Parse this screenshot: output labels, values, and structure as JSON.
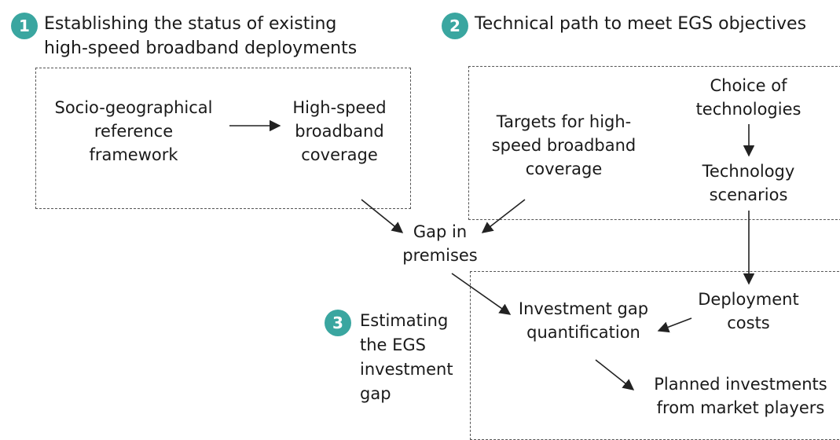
{
  "steps": [
    {
      "number": "1",
      "title": "Establishing the status of existing\nhigh-speed broadband deployments"
    },
    {
      "number": "2",
      "title": "Technical path to meet EGS objectives"
    },
    {
      "number": "3",
      "title": "Estimating\nthe EGS\ninvestment\ngap"
    }
  ],
  "nodes": {
    "socio_geo": "Socio-geographical\nreference\nframework",
    "hs_coverage": "High-speed\nbroadband\ncoverage",
    "targets": "Targets for high-\nspeed broadband\ncoverage",
    "choice_tech": "Choice of\ntechnologies",
    "tech_scenarios": "Technology\nscenarios",
    "gap_premises": "Gap in\npremises",
    "deploy_costs": "Deployment\ncosts",
    "inv_gap_quant": "Investment gap\nquantification",
    "planned_inv": "Planned investments\nfrom market players"
  },
  "colors": {
    "badge": "#3aa6a0",
    "border": "#555555",
    "arrow": "#222222"
  }
}
